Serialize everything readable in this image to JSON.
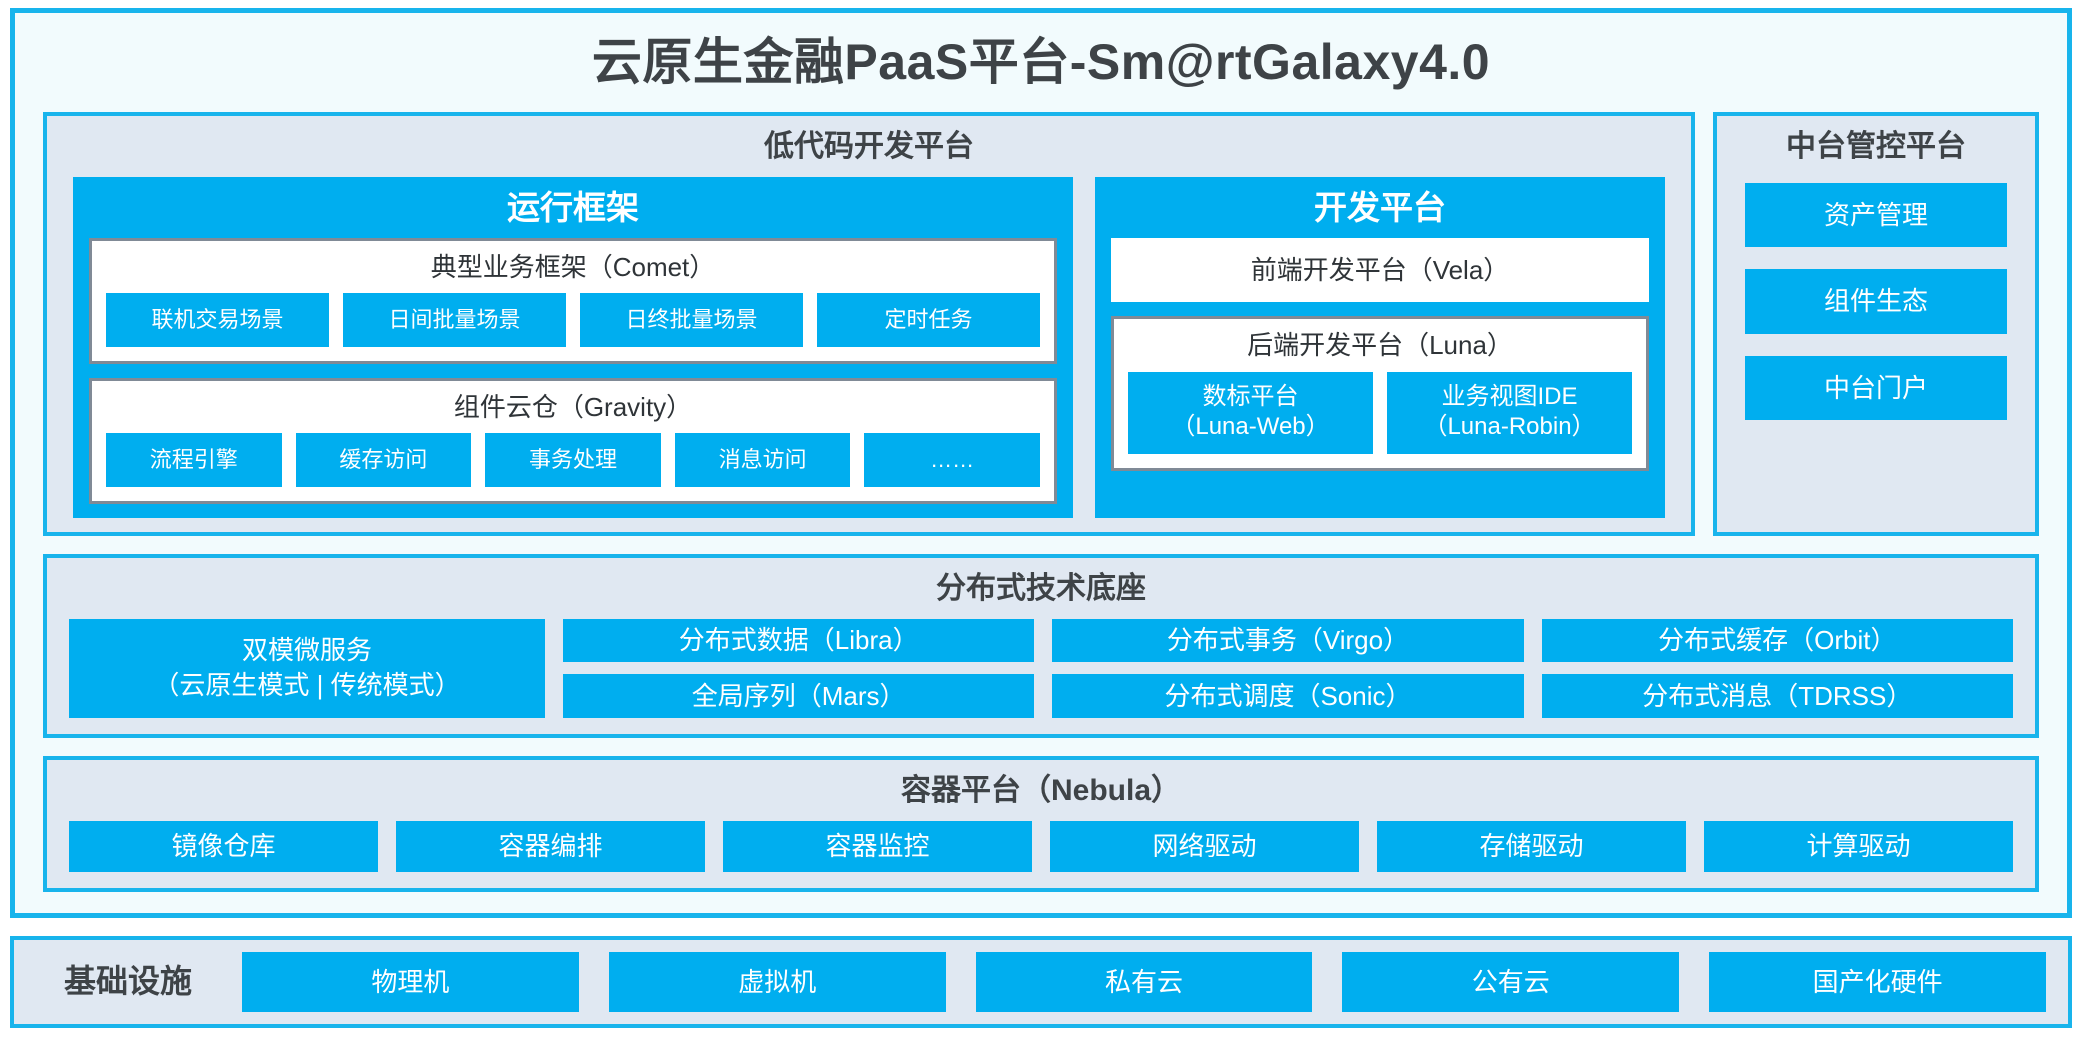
{
  "page": {
    "title": "云原生金融PaaS平台-Sm@rtGalaxy4.0"
  },
  "colors": {
    "accent": "#00aeef",
    "border": "#18b4ec",
    "panel_bg": "#e0e8f2",
    "shell_bg": "#f2fbfd",
    "card_border": "#808a96",
    "text_dark": "#3e4347"
  },
  "lowcode": {
    "title": "低代码开发平台",
    "runtime": {
      "title": "运行框架",
      "comet": {
        "title": "典型业务框架（Comet）",
        "chips": [
          "联机交易场景",
          "日间批量场景",
          "日终批量场景",
          "定时任务"
        ]
      },
      "gravity": {
        "title": "组件云仓（Gravity）",
        "chips": [
          "流程引擎",
          "缓存访问",
          "事务处理",
          "消息访问",
          "……"
        ]
      }
    },
    "devplatform": {
      "title": "开发平台",
      "frontend": "前端开发平台（Vela）",
      "backend": {
        "title": "后端开发平台（Luna）",
        "chips": [
          {
            "line1": "数标平台",
            "line2": "（Luna-Web）"
          },
          {
            "line1": "业务视图IDE",
            "line2": "（Luna-Robin）"
          }
        ]
      }
    }
  },
  "management": {
    "title": "中台管控平台",
    "items": [
      "资产管理",
      "组件生态",
      "中台门户"
    ]
  },
  "distributed": {
    "title": "分布式技术底座",
    "wide": {
      "line1": "双模微服务",
      "line2": "（云原生模式 | 传统模式）"
    },
    "columns": [
      [
        "分布式数据（Libra）",
        "全局序列（Mars）"
      ],
      [
        "分布式事务（Virgo）",
        "分布式调度（Sonic）"
      ],
      [
        "分布式缓存（Orbit）",
        "分布式消息（TDRSS）"
      ]
    ]
  },
  "container": {
    "title": "容器平台（Nebula）",
    "items": [
      "镜像仓库",
      "容器编排",
      "容器监控",
      "网络驱动",
      "存储驱动",
      "计算驱动"
    ]
  },
  "infrastructure": {
    "label": "基础设施",
    "items": [
      "物理机",
      "虚拟机",
      "私有云",
      "公有云",
      "国产化硬件"
    ]
  }
}
